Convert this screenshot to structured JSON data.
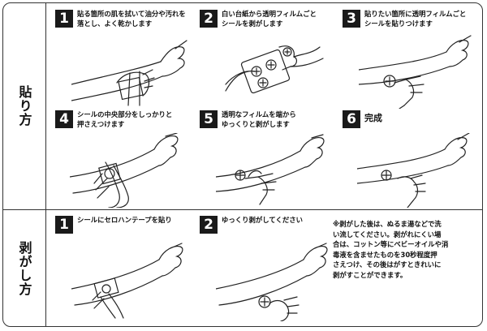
{
  "sections": {
    "apply": "貼り方",
    "remove": "剥がし方"
  },
  "apply_steps": [
    {
      "num": "1",
      "text": "貼る箇所の肌を拭いて油分や汚れを\n落とし、よく乾かします"
    },
    {
      "num": "2",
      "text": "白い台紙から透明フィルムごと\nシールを剥がします"
    },
    {
      "num": "3",
      "text": "貼りたい箇所に透明フィルムごと\nシールを貼りつけます"
    },
    {
      "num": "4",
      "text": "シールの中央部分をしっかりと\n押さえつけます"
    },
    {
      "num": "5",
      "text": "透明なフィルムを端から\nゆっくりと剥がします"
    },
    {
      "num": "6",
      "text": "完成"
    }
  ],
  "remove_steps": [
    {
      "num": "1",
      "text": "シールにセロハンテープを貼り"
    },
    {
      "num": "2",
      "text": "ゆっくり剥がしてください"
    }
  ],
  "note": "※剥がした後は、ぬるま湯などで洗\nい流してください。剥がれにくい場\n合は、コットン等にベビーオイルや消\n毒液を含ませたものを30秒程度押\nさえつけ、その後はがすときれいに\n剥がすことができます。"
}
